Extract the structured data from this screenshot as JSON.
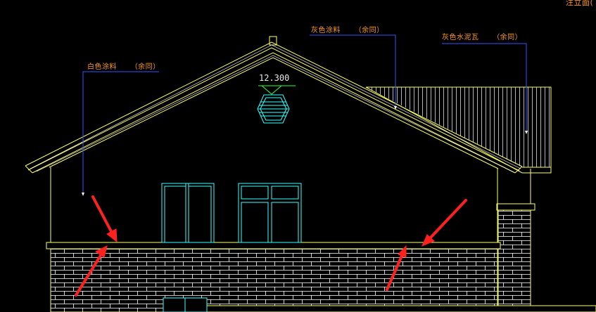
{
  "drawing": {
    "top_right_fragment": "注立面(",
    "elevation_mark": "12.300",
    "callouts": [
      {
        "material": "白色涂料",
        "note": "（余同）"
      },
      {
        "material": "灰色涂料",
        "note": "（余同）"
      },
      {
        "material": "灰色水泥瓦",
        "note": "（余同）"
      }
    ]
  },
  "colors": {
    "background": "#000000",
    "outline": "#ffff66",
    "window": "#33ffff",
    "leader": "#3355ff",
    "label_text": "#ff9a1a",
    "elevation_text": "#e8e8e8",
    "arrow": "#ff2020"
  }
}
